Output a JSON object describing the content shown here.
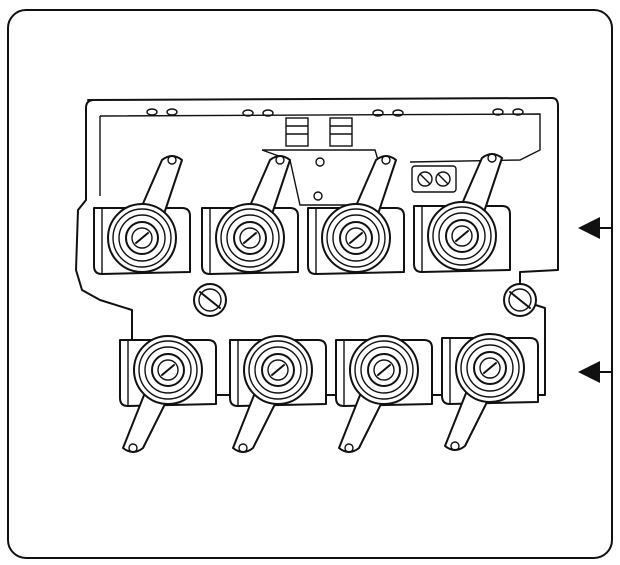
{
  "figure": {
    "subject-icon": "manifold-block-with-eight-rotary-valves-icon",
    "valves_upper_row": 4,
    "valves_lower_row": 4,
    "arrows": 2,
    "colors": {
      "ink": "#111111",
      "paper": "#ffffff",
      "frame": "#222222"
    }
  }
}
